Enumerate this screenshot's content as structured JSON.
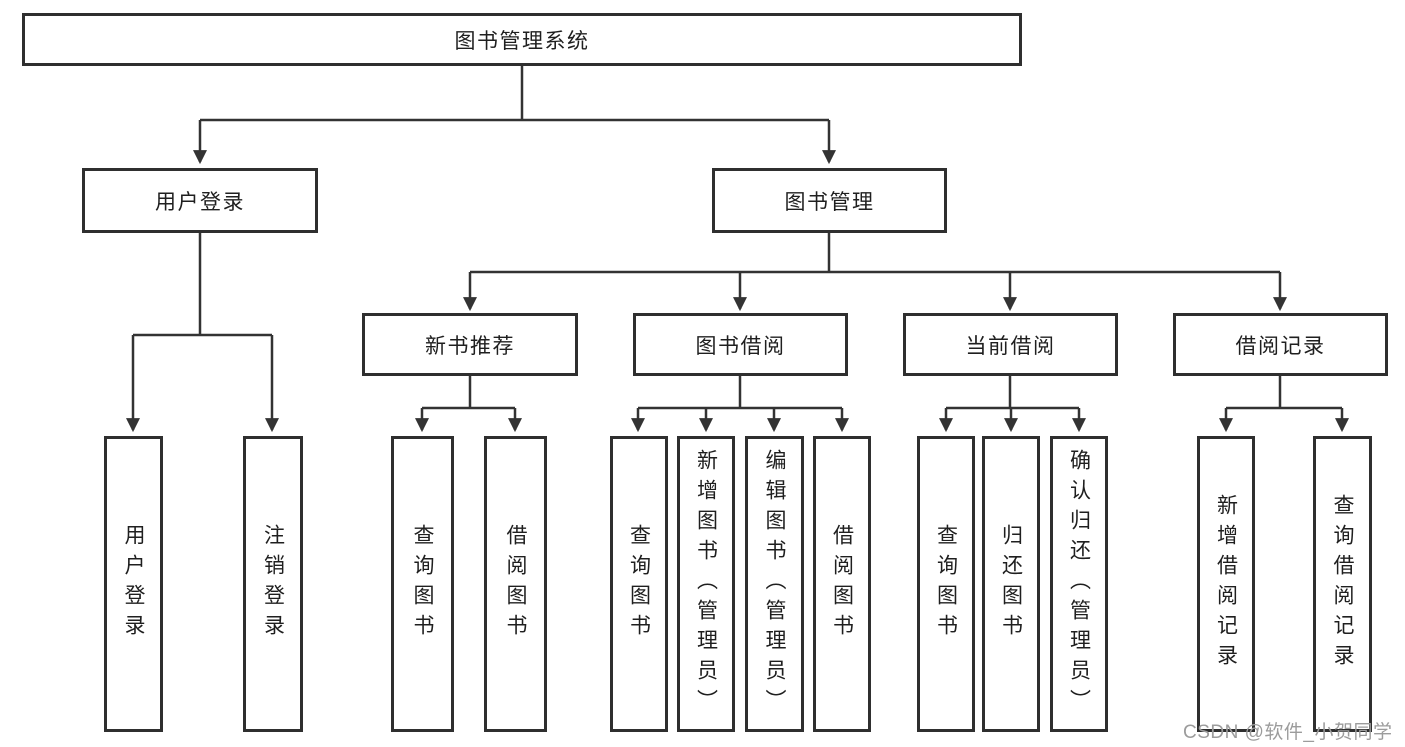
{
  "colors": {
    "background": "#ffffff",
    "line": "#333333",
    "box_border": "#2f2f2f",
    "text": "#1f1f1f",
    "watermark": "#9c9c9c"
  },
  "tree": {
    "root": {
      "label": "图书管理系统"
    },
    "branches": [
      {
        "label": "用户登录",
        "leaves": [
          {
            "label": "用户登录"
          },
          {
            "label": "注销登录"
          }
        ]
      },
      {
        "label": "图书管理",
        "groups": [
          {
            "label": "新书推荐",
            "leaves": [
              {
                "label": "查询图书"
              },
              {
                "label": "借阅图书"
              }
            ]
          },
          {
            "label": "图书借阅",
            "leaves": [
              {
                "label": "查询图书"
              },
              {
                "label": "新增图书（管理员）"
              },
              {
                "label": "编辑图书（管理员）"
              },
              {
                "label": "借阅图书"
              }
            ]
          },
          {
            "label": "当前借阅",
            "leaves": [
              {
                "label": "查询图书"
              },
              {
                "label": "归还图书"
              },
              {
                "label": "确认归还（管理员）"
              }
            ]
          },
          {
            "label": "借阅记录",
            "leaves": [
              {
                "label": "新增借阅记录"
              },
              {
                "label": "查询借阅记录"
              }
            ]
          }
        ]
      }
    ]
  },
  "watermark": {
    "text": "CSDN @软件_小贺同学"
  }
}
